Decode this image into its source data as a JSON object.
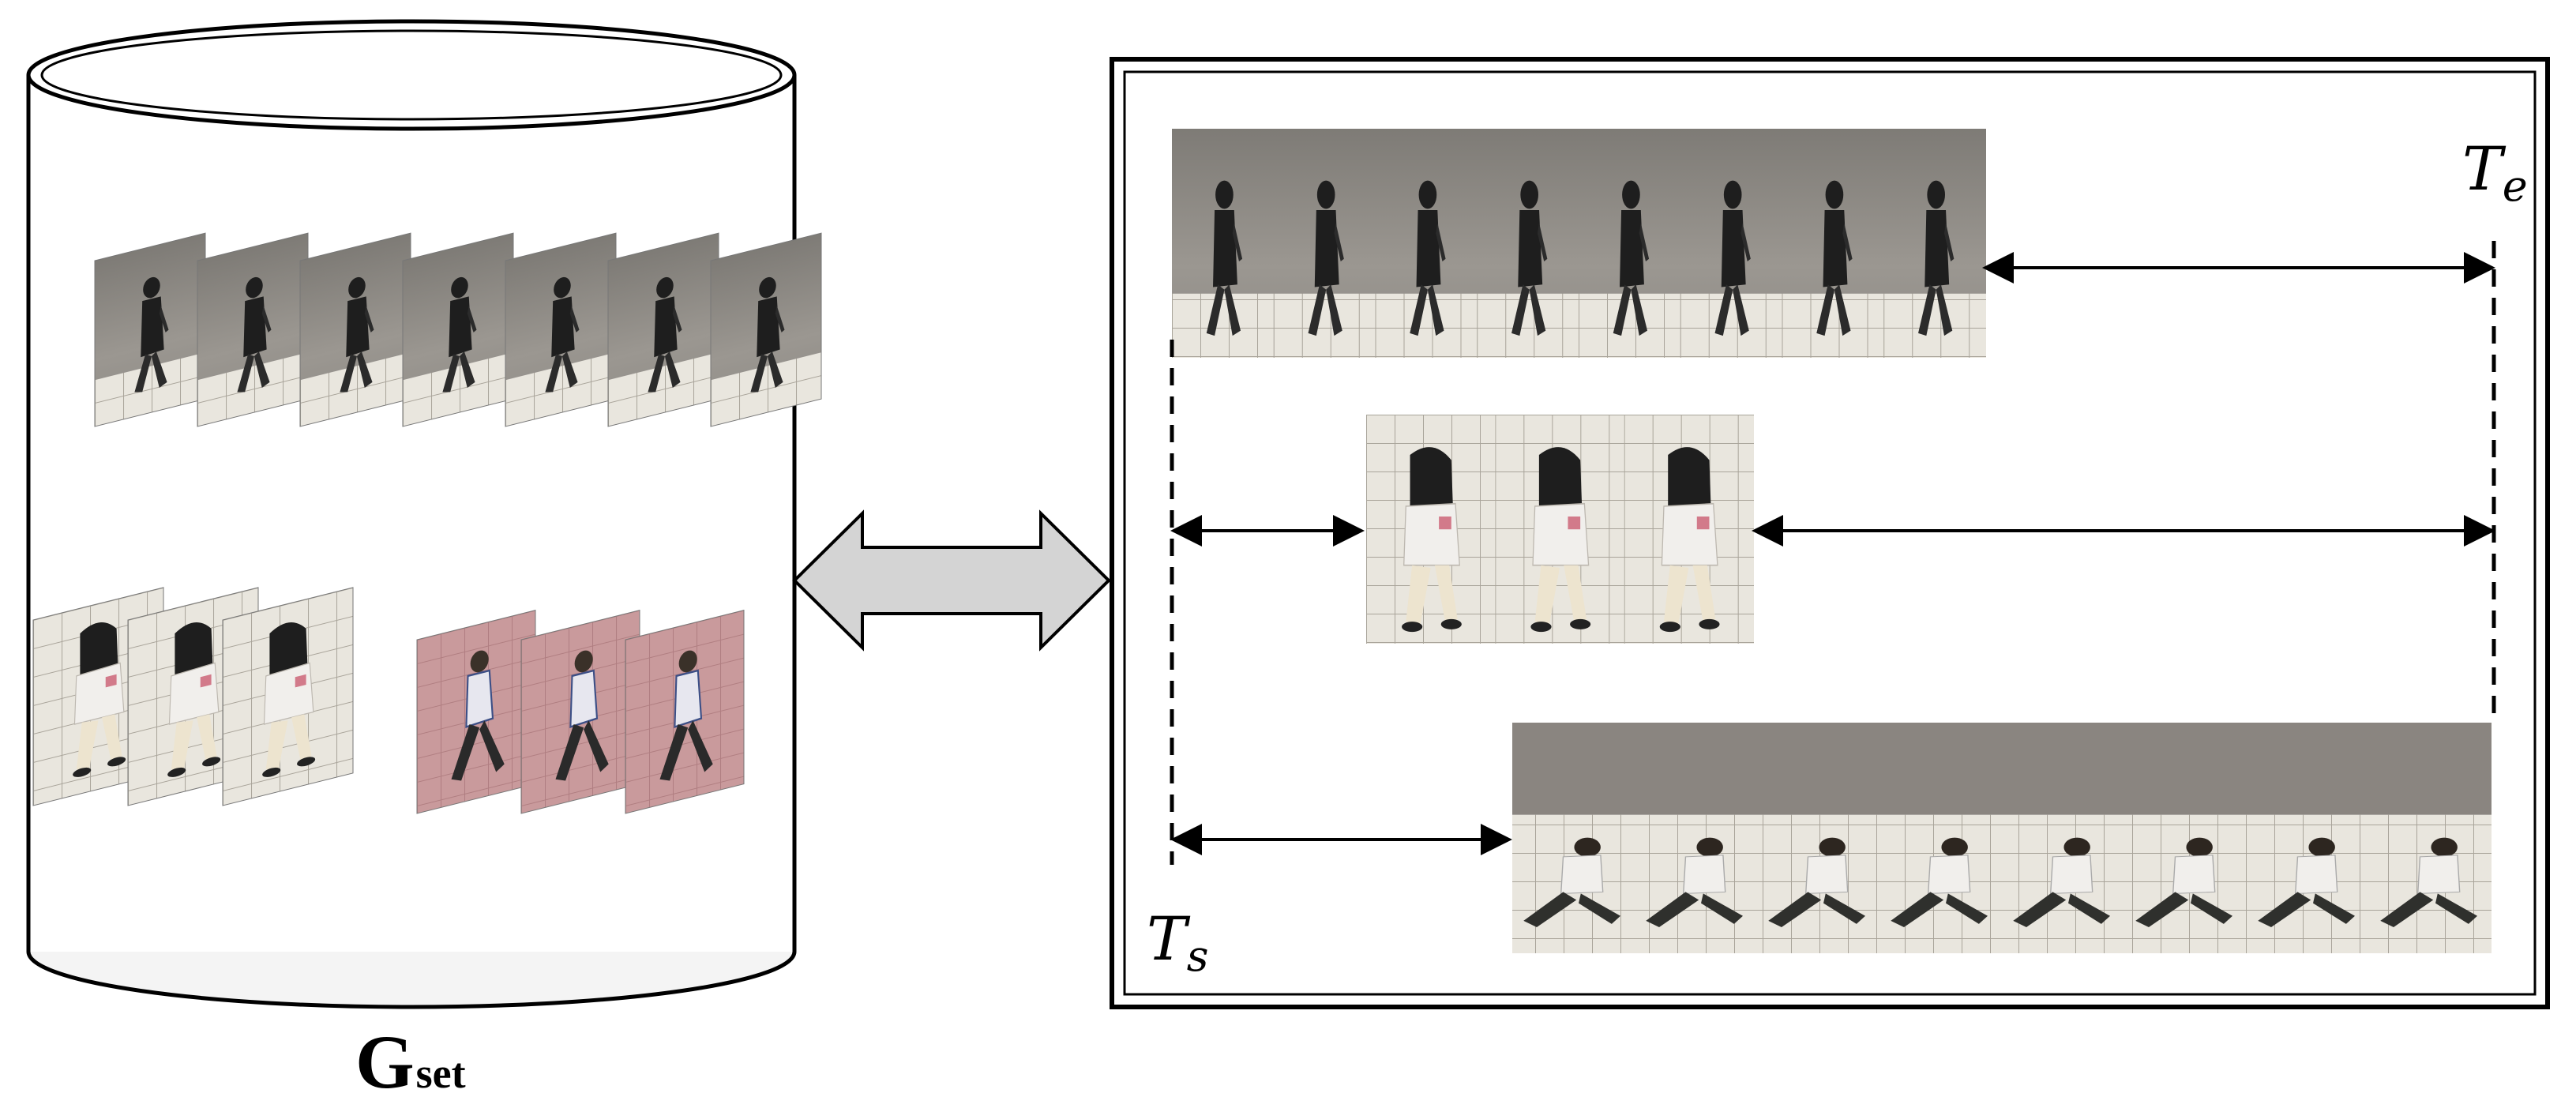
{
  "labels": {
    "gallery_main": "G",
    "gallery_sub": "set",
    "t_end_main": "T",
    "t_end_sub": "e",
    "t_start_main": "T",
    "t_start_sub": "s"
  },
  "colors": {
    "stroke": "#000000",
    "arrow_fill": "#d4d4d4",
    "wall_grey": "#8a8782",
    "floor_light": "#e9e6de",
    "floor_pink": "#c99a9c",
    "dark_clothes": "#1e1e1e",
    "white_clothes": "#f1efec",
    "cream_pants": "#ede4cf"
  },
  "gallery": {
    "sequences": [
      {
        "id": "black-coat-walker",
        "frames": 7,
        "style": "dark-on-wall"
      },
      {
        "id": "white-shirt-walker",
        "frames": 3,
        "style": "white-on-tile"
      },
      {
        "id": "striped-shirt-walker",
        "frames": 3,
        "style": "striped-on-pink"
      }
    ]
  },
  "timeline": {
    "sequences": [
      {
        "id": "timeline-black-coat",
        "frames": 8,
        "style": "dark-on-wall"
      },
      {
        "id": "timeline-white-shirt",
        "frames": 3,
        "style": "white-on-tile"
      },
      {
        "id": "timeline-crouch",
        "frames": 8,
        "style": "crouch-on-tile"
      }
    ]
  }
}
